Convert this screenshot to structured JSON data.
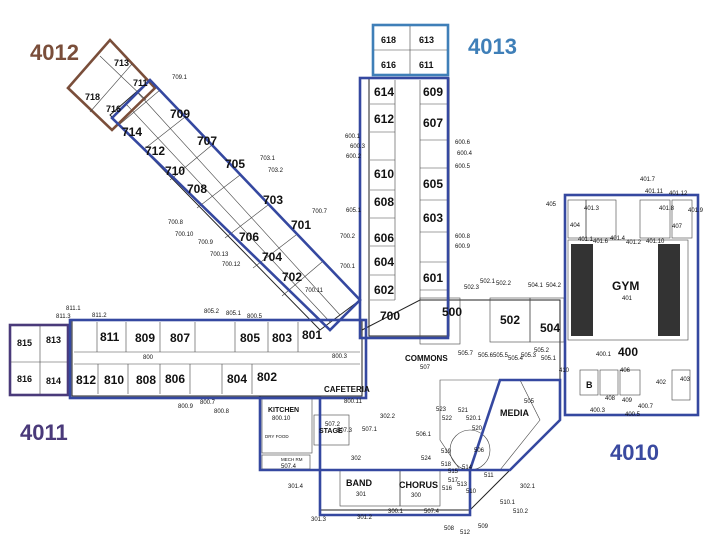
{
  "zones": {
    "z4010": {
      "label": "4010",
      "color": "#3a4aa0"
    },
    "z4011": {
      "label": "4011",
      "color": "#4a3a7a"
    },
    "z4012": {
      "label": "4012",
      "color": "#7a4e3a"
    },
    "z4013": {
      "label": "4013",
      "color": "#3f7fb8"
    }
  },
  "areas": {
    "gym": "GYM",
    "gym_num": "401",
    "commons": "COMMONS",
    "commons_num": "507",
    "cafeteria": "CAFETERIA",
    "cafeteria_num": "800.11",
    "kitchen": "KITCHEN",
    "kitchen_num": "800.10",
    "stage": "STAGE",
    "stage_num": "507.2",
    "band": "BAND",
    "band_num": "301",
    "chorus": "CHORUS",
    "chorus_num": "300",
    "media": "MEDIA",
    "dry_food": "DRY FOOD",
    "mech_rm": "MECH RM",
    "mech_num": "507.4"
  },
  "rooms_big": {
    "r618": "618",
    "r613": "613",
    "r616": "616",
    "r611": "611",
    "r614": "614",
    "r609": "609",
    "r612": "612",
    "r607": "607",
    "r610": "610",
    "r605": "605",
    "r608": "608",
    "r603": "603",
    "r606": "606",
    "r604": "604",
    "r601": "601",
    "r602": "602",
    "r700": "700",
    "r713": "713",
    "r711": "711",
    "r718": "718",
    "r716": "716",
    "r709": "709",
    "r714": "714",
    "r707": "707",
    "r712": "712",
    "r705": "705",
    "r710": "710",
    "r708": "708",
    "r703": "703",
    "r706": "706",
    "r701": "701",
    "r704": "704",
    "r702": "702",
    "r815": "815",
    "r813": "813",
    "r816": "816",
    "r814": "814",
    "r811": "811",
    "r809": "809",
    "r807": "807",
    "r805": "805",
    "r803": "803",
    "r801": "801",
    "r812": "812",
    "r810": "810",
    "r808": "808",
    "r806": "806",
    "r804": "804",
    "r802": "802",
    "r500": "500",
    "r502": "502",
    "r504": "504",
    "r400": "400"
  },
  "rooms_small": {
    "s709_1": "709.1",
    "s703_1": "703.1",
    "s703_2": "703.2",
    "s700_8": "700.8",
    "s700_10": "700.10",
    "s700_9": "700.9",
    "s700_13": "700.13",
    "s700_12": "700.12",
    "s700_7": "700.7",
    "s700_2": "700.2",
    "s700_11": "700.11",
    "s700_1": "700.1",
    "s600_1": "600.1",
    "s600_3": "600.3",
    "s600_2": "600.2",
    "s600_6": "600.6",
    "s600_4": "600.4",
    "s600_5": "600.5",
    "s605_1": "605.1",
    "s600_8": "600.8",
    "s600_9": "600.9",
    "s811_1": "811.1",
    "s811_3": "811.3",
    "s811_2": "811.2",
    "s805_2": "805.2",
    "s805_1": "805.1",
    "s800_5": "800.5",
    "s800": "800",
    "s800_9": "800.9",
    "s800_7": "800.7",
    "s800_8": "800.8",
    "s800_3": "800.3",
    "s502_3": "502.3",
    "s502_1": "502.1",
    "s502_2": "502.2",
    "s504_1": "504.1",
    "s504_2": "504.2",
    "s505_7": "505.7",
    "s505_6": "505.6",
    "s505_5": "505.5",
    "s505_4": "505.4",
    "s505_3": "505.3",
    "s505_2": "505.2",
    "s505_1": "505.1",
    "s505": "505",
    "s302_2": "302.2",
    "s507_3": "507.3",
    "s507_1": "507.1",
    "s302": "302",
    "s301_4": "301.4",
    "s301_3": "301.3",
    "s301_2": "301.2",
    "s300_1": "300.1",
    "s507_4": "507.4",
    "s508": "508",
    "s512": "512",
    "s509": "509",
    "s510_1": "510.1",
    "s510_2": "510.2",
    "s302_1": "302.1",
    "s523": "523",
    "s521": "521",
    "s522": "522",
    "s520_1": "520.1",
    "s520": "520",
    "s506_1": "506.1",
    "s524": "524",
    "s506": "506",
    "s519": "519",
    "s514": "514",
    "s517": "517",
    "s511": "511",
    "s513": "513",
    "s510": "510",
    "s518": "518",
    "s515": "515",
    "s516": "516",
    "s401_7": "401.7",
    "s401_11": "401.11",
    "s401_12": "401.12",
    "s401_8": "401.8",
    "s401_9": "401.9",
    "s405": "405",
    "s401_3": "401.3",
    "s404": "404",
    "s407": "407",
    "s401_6": "401.6",
    "s401_4": "401.4",
    "s401_2": "401.2",
    "s401_1": "401.1",
    "s401_10": "401.10",
    "s400_1": "400.1",
    "s400_3": "400.3",
    "s400_5": "400.5",
    "s400_7": "400.7",
    "s402": "402",
    "s403": "403",
    "s410": "410",
    "s406": "406",
    "s409": "409",
    "s408": "408",
    "sb": "B"
  }
}
